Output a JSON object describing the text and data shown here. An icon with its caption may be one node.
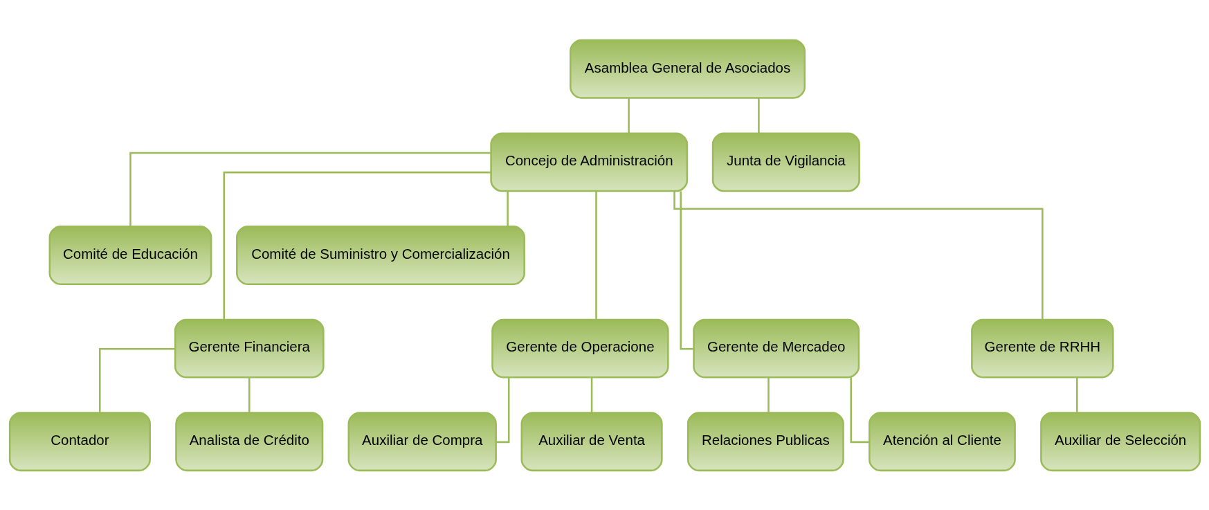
{
  "diagram": {
    "nodes": [
      {
        "text": [
          "Asamblea General de Asociados"
        ]
      },
      {
        "text": [
          "Concejo de Administración"
        ]
      },
      {
        "text": [
          "Junta de Vigilancia"
        ]
      },
      {
        "text": [
          "Comité de Educación"
        ]
      },
      {
        "text": [
          "Comité de Suministro y Comercialización"
        ]
      },
      {
        "text": [
          "Gerente Financiera"
        ]
      },
      {
        "text": [
          "Gerente de Operacione"
        ]
      },
      {
        "text": [
          "Gerente de Mercadeo"
        ]
      },
      {
        "text": [
          "Gerente de RRHH"
        ]
      },
      {
        "text": [
          "Contador"
        ]
      },
      {
        "text": [
          "Analista de Crédito"
        ]
      },
      {
        "text": [
          "Auxiliar de Compra"
        ]
      },
      {
        "text": [
          "Auxiliar de Venta"
        ]
      },
      {
        "text": [
          "Relaciones Publicas"
        ]
      },
      {
        "text": [
          "Atención al Cliente"
        ]
      },
      {
        "text": [
          "Auxiliar de Selección"
        ]
      }
    ],
    "edges": [
      {
        "from": 0,
        "to": 1,
        "arrow": "none"
      },
      {
        "from": 0,
        "to": 2,
        "arrow": "none"
      },
      {
        "from": 1,
        "to": 3,
        "arrow": "none"
      },
      {
        "from": 1,
        "to": 4,
        "arrow": "none"
      },
      {
        "from": 1,
        "to": 5,
        "arrow": "none"
      },
      {
        "from": 1,
        "to": 6,
        "arrow": "none"
      },
      {
        "from": 1,
        "to": 7,
        "arrow": "none"
      },
      {
        "from": 1,
        "to": 8,
        "arrow": "none"
      },
      {
        "from": 5,
        "to": 9,
        "arrow": "none"
      },
      {
        "from": 5,
        "to": 10,
        "arrow": "none"
      },
      {
        "from": 6,
        "to": 11,
        "arrow": "none"
      },
      {
        "from": 6,
        "to": 12,
        "arrow": "none"
      },
      {
        "from": 7,
        "to": 13,
        "arrow": "none"
      },
      {
        "from": 7,
        "to": 14,
        "arrow": "none"
      },
      {
        "from": 8,
        "to": 15,
        "arrow": "none"
      }
    ]
  }
}
